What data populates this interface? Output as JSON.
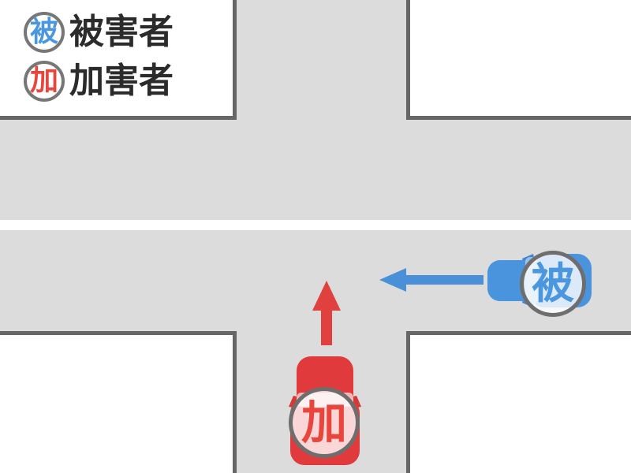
{
  "diagram": {
    "type": "traffic-accident-intersection-diagram",
    "colors": {
      "road": "#dcdcdc",
      "block": "#ffffff",
      "block_border": "#666666",
      "center_line": "#ffffff",
      "victim_blue": "#4a97e0",
      "offender_red": "#e8453c",
      "badge_ring": "#777777",
      "text": "#2b2b2b"
    },
    "legend": {
      "items": [
        {
          "badge": "被",
          "label": "被害者",
          "role": "victim",
          "color": "#4a97e0"
        },
        {
          "badge": "加",
          "label": "加害者",
          "role": "offender",
          "color": "#e8453c"
        }
      ]
    },
    "roads": {
      "horizontal": {
        "name": "horizontal-road",
        "has_center_line": true
      },
      "vertical": {
        "name": "vertical-road",
        "has_center_line": false
      }
    },
    "vehicles": [
      {
        "id": "victim-car",
        "badge": "被",
        "role": "victim",
        "color": "#4a97e0",
        "heading": "left",
        "lane": "horizontal-road-lower"
      },
      {
        "id": "offender-car",
        "badge": "加",
        "role": "offender",
        "color": "#e8453c",
        "heading": "up",
        "lane": "vertical-road"
      }
    ],
    "arrows": [
      {
        "id": "victim-arrow",
        "direction": "left",
        "color": "#4a97e0"
      },
      {
        "id": "offender-arrow",
        "direction": "up",
        "color": "#e8453c"
      }
    ]
  }
}
